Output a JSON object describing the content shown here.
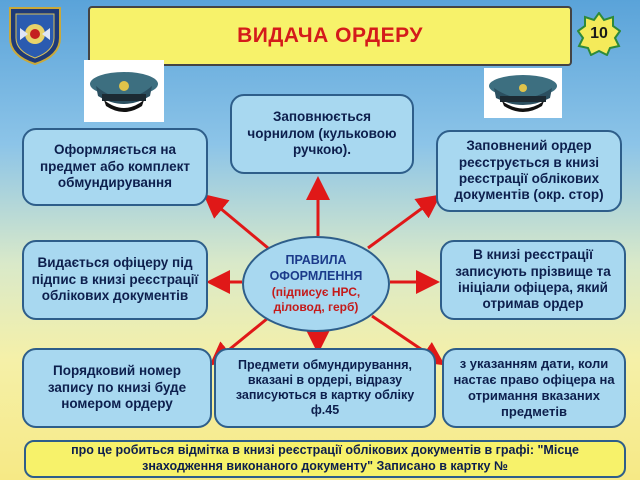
{
  "title": "ВИДАЧА ОРДЕРУ",
  "page_number": "10",
  "center": {
    "line1": "ПРАВИЛА ОФОРМЛЕННЯ",
    "line2": "(підписує НРС, діловод, герб)"
  },
  "boxes": {
    "top_left": "Оформляється на предмет або комплект обмундирування",
    "top_center": "Заповнюється чорнилом (кульковою ручкою).",
    "top_right": "Заповнений ордер реєструється в книзі реєстрації облікових документів (окр. стор)",
    "mid_left": "Видається офіцеру під підпис в книзі реєстрації облікових документів",
    "mid_right": "В книзі реєстрації записують прізвище та ініціали офіцера, який отримав ордер",
    "bottom_left": "Порядковий номер запису по книзі буде номером ордеру",
    "bottom_center": "Предмети обмундирування, вказані в ордері, відразу записуються в картку обліку ф.45",
    "bottom_right": "з указанням дати, коли настає право офіцера на отримання вказаних предметів"
  },
  "footer_note": "про це робиться відмітка в книзі реєстрації облікових документів в графі: \"Місце знаходження виконаного документу\" Записано в картку №",
  "colors": {
    "title_bg": "#f7f26a",
    "title_text": "#d41b1b",
    "box_bg": "#a8d8f0",
    "arrow": "#e01818"
  }
}
